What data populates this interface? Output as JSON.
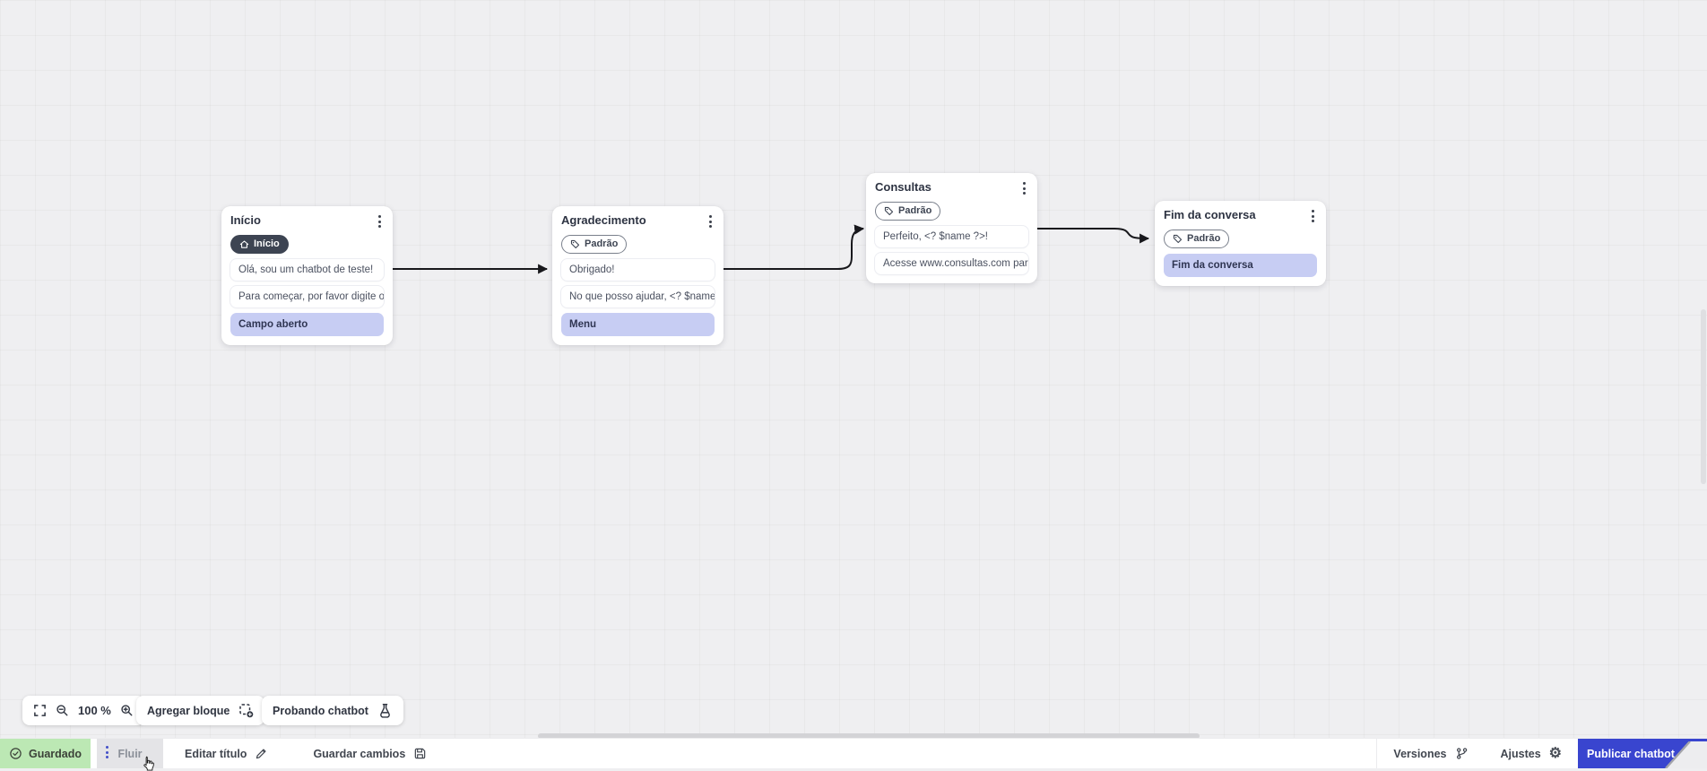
{
  "flow": {
    "nodes": [
      {
        "title": "Início",
        "badge": {
          "label": "Início",
          "variant": "dark",
          "icon": "home-icon"
        },
        "messages": [
          {
            "text": "Olá, sou um chatbot de teste!",
            "kind": "message"
          },
          {
            "text": "Para começar, por favor digite o ...",
            "kind": "message"
          },
          {
            "text": "Campo aberto",
            "kind": "action"
          }
        ]
      },
      {
        "title": "Agradecimento",
        "badge": {
          "label": "Padrão",
          "variant": "outline",
          "icon": "tag-icon"
        },
        "messages": [
          {
            "text": "Obrigado!",
            "kind": "message"
          },
          {
            "text": "No que posso ajudar, <? $name ...",
            "kind": "message"
          },
          {
            "text": "Menu",
            "kind": "action"
          }
        ]
      },
      {
        "title": "Consultas",
        "badge": {
          "label": "Padrão",
          "variant": "outline",
          "icon": "tag-icon"
        },
        "messages": [
          {
            "text": "Perfeito, <? $name ?>!",
            "kind": "message"
          },
          {
            "text": "Acesse www.consultas.com par...",
            "kind": "message"
          }
        ]
      },
      {
        "title": "Fim da conversa",
        "badge": {
          "label": "Padrão",
          "variant": "outline",
          "icon": "tag-icon"
        },
        "messages": [
          {
            "text": "Fim da conversa",
            "kind": "action"
          }
        ]
      }
    ]
  },
  "canvas_toolbar": {
    "zoom_level": "100 %",
    "add_block": "Agregar bloque",
    "test_chatbot": "Probando chatbot"
  },
  "bottom_bar": {
    "saved": "Guardado",
    "flow_tab": "Fluir",
    "edit_title": "Editar título",
    "save_changes": "Guardar cambios",
    "versions": "Versiones",
    "settings": "Ajustes",
    "publish": "Publicar chatbot",
    "settings_gear_glyph": "⚙"
  },
  "colors": {
    "accent_blue": "#3945cf",
    "action_lavender": "#c7cdf3",
    "saved_green": "#bce8b4",
    "dark_badge": "#3d4452",
    "connector": "#18181c",
    "canvas_background": "#efeff1"
  }
}
